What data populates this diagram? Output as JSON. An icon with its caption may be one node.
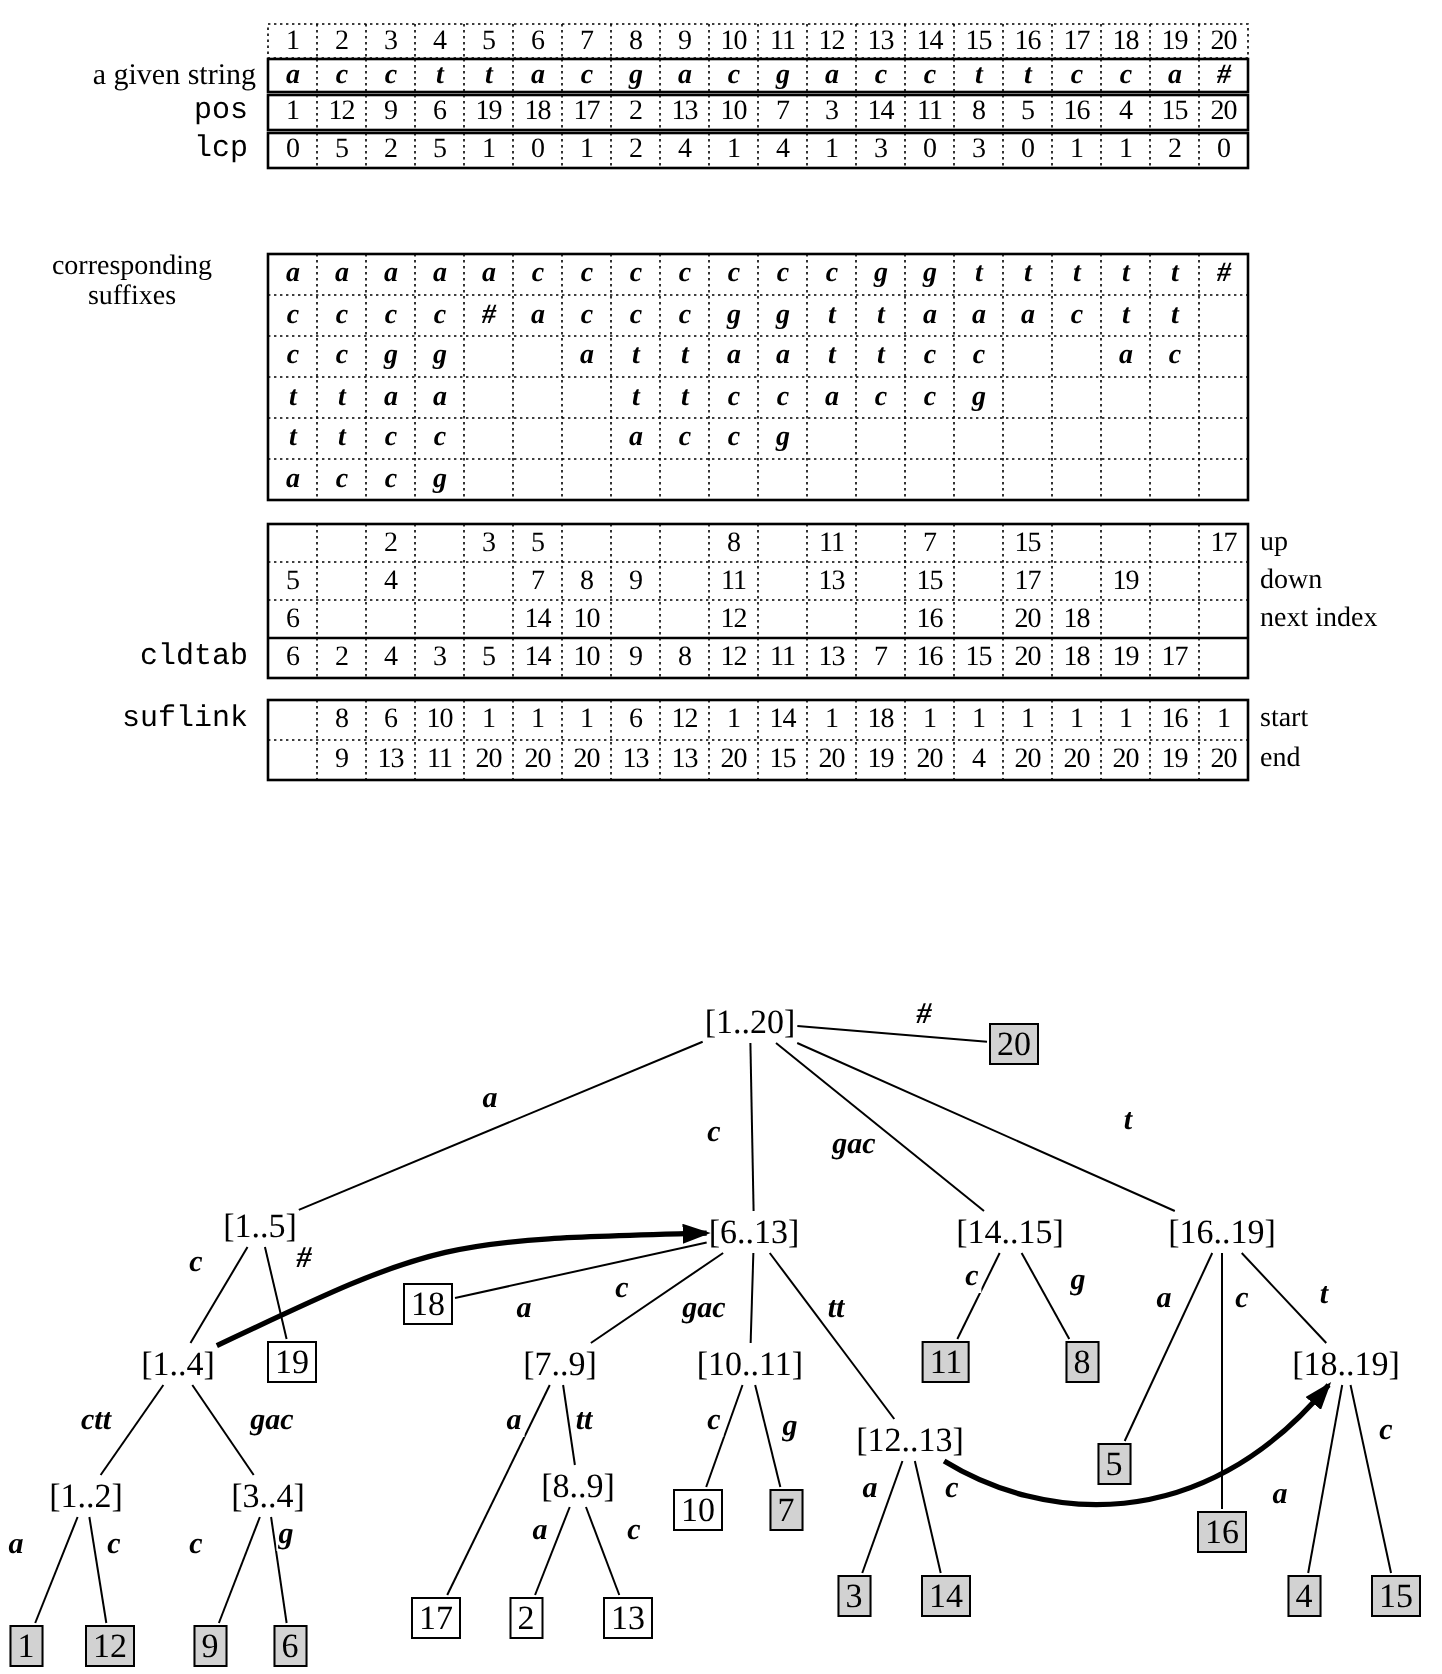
{
  "diagram": {
    "nodes": [
      {
        "text": [
          "[1..20]"
        ]
      },
      {
        "text": [
          "20"
        ]
      },
      {
        "text": [
          "[1..5]"
        ]
      },
      {
        "text": [
          "[6..13]"
        ]
      },
      {
        "text": [
          "[14..15]"
        ]
      },
      {
        "text": [
          "[16..19]"
        ]
      },
      {
        "text": [
          "18"
        ]
      },
      {
        "text": [
          "[1..4]"
        ]
      },
      {
        "text": [
          "19"
        ]
      },
      {
        "text": [
          "[7..9]"
        ]
      },
      {
        "text": [
          "[10..11]"
        ]
      },
      {
        "text": [
          "11"
        ]
      },
      {
        "text": [
          "8"
        ]
      },
      {
        "text": [
          "[18..19]"
        ]
      },
      {
        "text": [
          "5"
        ]
      },
      {
        "text": [
          "[12..13]"
        ]
      },
      {
        "text": [
          "[1..2]"
        ]
      },
      {
        "text": [
          "[3..4]"
        ]
      },
      {
        "text": [
          "[8..9]"
        ]
      },
      {
        "text": [
          "10"
        ]
      },
      {
        "text": [
          "7"
        ]
      },
      {
        "text": [
          "16"
        ]
      },
      {
        "text": [
          "3"
        ]
      },
      {
        "text": [
          "14"
        ]
      },
      {
        "text": [
          "4"
        ]
      },
      {
        "text": [
          "15"
        ]
      },
      {
        "text": [
          "1"
        ]
      },
      {
        "text": [
          "12"
        ]
      },
      {
        "text": [
          "9"
        ]
      },
      {
        "text": [
          "6"
        ]
      },
      {
        "text": [
          "17"
        ]
      },
      {
        "text": [
          "2"
        ]
      },
      {
        "text": [
          "13"
        ]
      }
    ],
    "edges": [
      {
        "from": 0,
        "to": 1,
        "arrow": "none",
        "label": "#"
      },
      {
        "from": 0,
        "to": 2,
        "arrow": "none",
        "label": "a"
      },
      {
        "from": 0,
        "to": 3,
        "arrow": "none",
        "label": "c"
      },
      {
        "from": 0,
        "to": 4,
        "arrow": "none",
        "label": "gac"
      },
      {
        "from": 0,
        "to": 5,
        "arrow": "none",
        "label": "t"
      },
      {
        "from": 2,
        "to": 7,
        "arrow": "none",
        "label": "c"
      },
      {
        "from": 2,
        "to": 8,
        "arrow": "none",
        "label": "#"
      },
      {
        "from": 3,
        "to": 6,
        "arrow": "none",
        "label": "a"
      },
      {
        "from": 3,
        "to": 9,
        "arrow": "none",
        "label": "c"
      },
      {
        "from": 3,
        "to": 10,
        "arrow": "none",
        "label": "gac"
      },
      {
        "from": 3,
        "to": 15,
        "arrow": "none",
        "label": "tt"
      },
      {
        "from": 4,
        "to": 11,
        "arrow": "none",
        "label": "c"
      },
      {
        "from": 4,
        "to": 12,
        "arrow": "none",
        "label": "g"
      },
      {
        "from": 5,
        "to": 14,
        "arrow": "none",
        "label": "a"
      },
      {
        "from": 5,
        "to": 21,
        "arrow": "none",
        "label": "c"
      },
      {
        "from": 5,
        "to": 13,
        "arrow": "none",
        "label": "t"
      },
      {
        "from": 7,
        "to": 16,
        "arrow": "none",
        "label": "ctt"
      },
      {
        "from": 7,
        "to": 17,
        "arrow": "none",
        "label": "gac"
      },
      {
        "from": 9,
        "to": 30,
        "arrow": "none",
        "label": "a"
      },
      {
        "from": 9,
        "to": 18,
        "arrow": "none",
        "label": "tt"
      },
      {
        "from": 10,
        "to": 19,
        "arrow": "none",
        "label": "c"
      },
      {
        "from": 10,
        "to": 20,
        "arrow": "none",
        "label": "g"
      },
      {
        "from": 15,
        "to": 22,
        "arrow": "none",
        "label": "a"
      },
      {
        "from": 15,
        "to": 23,
        "arrow": "none",
        "label": "c"
      },
      {
        "from": 13,
        "to": 24,
        "arrow": "none",
        "label": "a"
      },
      {
        "from": 13,
        "to": 25,
        "arrow": "none",
        "label": "c"
      },
      {
        "from": 16,
        "to": 26,
        "arrow": "none",
        "label": "a"
      },
      {
        "from": 16,
        "to": 27,
        "arrow": "none",
        "label": "c"
      },
      {
        "from": 17,
        "to": 28,
        "arrow": "none",
        "label": "c"
      },
      {
        "from": 17,
        "to": 29,
        "arrow": "none",
        "label": "g"
      },
      {
        "from": 18,
        "to": 31,
        "arrow": "none",
        "label": "a"
      },
      {
        "from": 18,
        "to": 32,
        "arrow": "none",
        "label": "c"
      },
      {
        "from": 7,
        "to": 3,
        "arrow": "to",
        "style": "thick"
      },
      {
        "from": 15,
        "to": 13,
        "arrow": "to",
        "style": "thick"
      }
    ],
    "labels": [
      "1",
      "2",
      "3",
      "4",
      "5",
      "6",
      "7",
      "8",
      "9",
      "10",
      "11",
      "12",
      "13",
      "14",
      "15",
      "16",
      "17",
      "18",
      "19",
      "20",
      "a given string",
      "a",
      "c",
      "c",
      "t",
      "t",
      "a",
      "c",
      "g",
      "a",
      "c",
      "g",
      "a",
      "c",
      "c",
      "t",
      "t",
      "c",
      "c",
      "a",
      "#",
      "pos",
      "1",
      "12",
      "9",
      "6",
      "19",
      "18",
      "17",
      "2",
      "13",
      "10",
      "7",
      "3",
      "14",
      "11",
      "8",
      "5",
      "16",
      "4",
      "15",
      "20",
      "lcp",
      "0",
      "5",
      "2",
      "5",
      "1",
      "0",
      "1",
      "2",
      "4",
      "1",
      "4",
      "1",
      "3",
      "0",
      "3",
      "0",
      "1",
      "1",
      "2",
      "0",
      "corresponding suffixes",
      "a",
      "a",
      "a",
      "a",
      "a",
      "c",
      "c",
      "c",
      "c",
      "c",
      "c",
      "c",
      "g",
      "g",
      "t",
      "t",
      "t",
      "t",
      "t",
      "#",
      "c",
      "c",
      "c",
      "c",
      "#",
      "a",
      "c",
      "c",
      "c",
      "g",
      "g",
      "t",
      "t",
      "a",
      "a",
      "a",
      "c",
      "t",
      "t",
      "c",
      "c",
      "g",
      "g",
      "a",
      "t",
      "t",
      "a",
      "a",
      "t",
      "t",
      "c",
      "c",
      "a",
      "c",
      "t",
      "t",
      "a",
      "a",
      "t",
      "t",
      "c",
      "c",
      "a",
      "c",
      "c",
      "g",
      "t",
      "t",
      "c",
      "c",
      "a",
      "c",
      "c",
      "g",
      "a",
      "c",
      "c",
      "g",
      "2",
      "3",
      "5",
      "8",
      "11",
      "7",
      "15",
      "17",
      "up",
      "5",
      "4",
      "7",
      "8",
      "9",
      "11",
      "13",
      "15",
      "17",
      "19",
      "down",
      "6",
      "14",
      "10",
      "12",
      "16",
      "20",
      "18",
      "next index",
      "cldtab",
      "6",
      "2",
      "4",
      "3",
      "5",
      "14",
      "10",
      "9",
      "8",
      "12",
      "11",
      "13",
      "7",
      "16",
      "15",
      "20",
      "18",
      "19",
      "17",
      "suflink",
      "8",
      "6",
      "10",
      "1",
      "1",
      "1",
      "6",
      "12",
      "1",
      "14",
      "1",
      "18",
      "1",
      "1",
      "1",
      "1",
      "1",
      "16",
      "1",
      "start",
      "9",
      "13",
      "11",
      "20",
      "20",
      "20",
      "13",
      "13",
      "20",
      "15",
      "20",
      "19",
      "20",
      "4",
      "20",
      "20",
      "20",
      "19",
      "20",
      "end"
    ]
  }
}
